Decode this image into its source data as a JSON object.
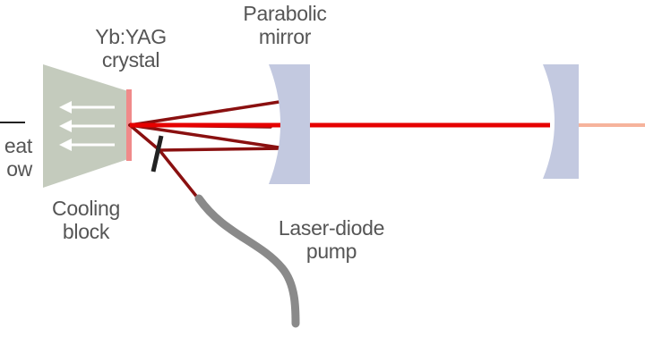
{
  "labels": {
    "heat_flow": {
      "line1": "eat",
      "line2": "ow"
    },
    "crystal": {
      "line1": "Yb:YAG",
      "line2": "crystal"
    },
    "mirror": {
      "line1": "Parabolic",
      "line2": "mirror"
    },
    "cooling": {
      "line1": "Cooling",
      "line2": "block"
    },
    "pump": {
      "line1": "Laser-diode",
      "line2": "pump"
    }
  },
  "colors": {
    "cooling_block": "#c4cbbd",
    "crystal": "#f08a8a",
    "laser_beam": "#e60000",
    "pump_beam": "#8a1010",
    "output_beam": "#f6b39c",
    "mirror": "#c3c9e0",
    "fiber": "#8a8a8a",
    "arrow": "#ffffff"
  }
}
